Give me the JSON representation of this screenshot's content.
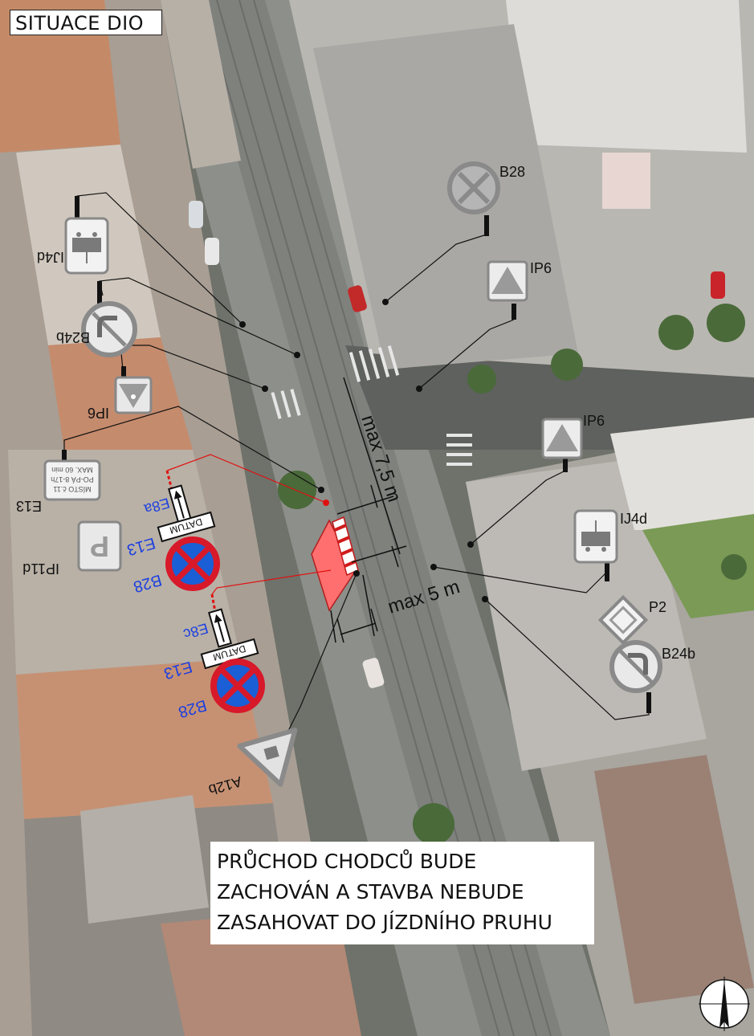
{
  "title": "SITUACE DIO",
  "note_lines": [
    "PRŮCHOD CHODCŮ BUDE",
    "ZACHOVÁN A STAVBA NEBUDE",
    "ZASAHOVAT DO JÍZDNÍHO PRUHU"
  ],
  "dimensions": {
    "length": "max 7,5 m",
    "width": "max 5 m"
  },
  "sign_labels": {
    "ij4d_left": "IJ4d",
    "b24b_left": "B24b",
    "ip6_left": "IP6",
    "e13_left": "E13",
    "ip11d": "IP11d",
    "a12b": "A12b",
    "b28_top": "B28",
    "ip6_top": "IP6",
    "ip6_right": "IP6",
    "ij4d_right": "IJ4d",
    "p2": "P2",
    "b24b_right": "B24b",
    "e8a": "E8a",
    "e13_a": "E13",
    "b28_a": "B28",
    "e8c": "E8c",
    "e13_b": "E13",
    "b28_b": "B28",
    "datum_a": "DATUM",
    "datum_b": "DATUM"
  },
  "e13_text": [
    "MÍSTO č.11",
    "PO-PÁ 8-17h",
    "MAX. 60 min"
  ],
  "colors": {
    "no_stopping_red": "#d7192a",
    "no_stopping_blue": "#1b5fd6",
    "label_blue": "#1c3fe0",
    "work_zone": "#ff6f6f"
  }
}
